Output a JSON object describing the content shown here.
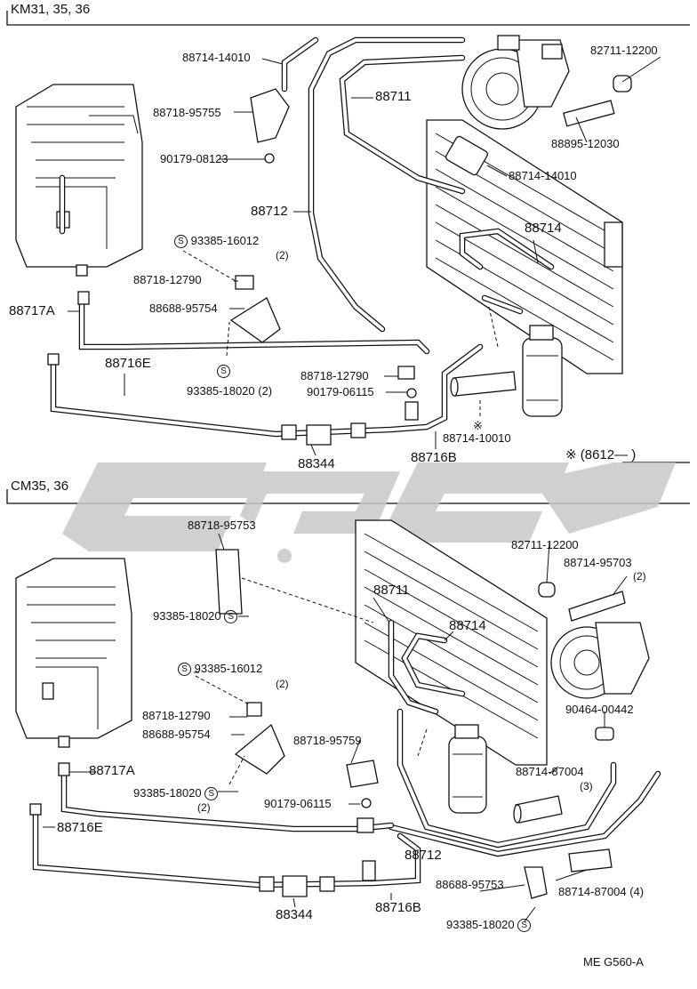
{
  "sections": {
    "top": "KM31, 35, 36",
    "bottom": "CM35, 36",
    "serial_note": "※ (8612—      )"
  },
  "footer_code": "ME G560-A",
  "watermark_color": "#c8c8c8",
  "top_labels": {
    "l88714_14010_a": "88714-14010",
    "l88718_95755": "88718-95755",
    "l90179_08123": "90179-08123",
    "l88711": "88711",
    "l82711_12200": "82711-12200",
    "l88895_12030": "88895-12030",
    "l88714_14010_b": "88714-14010",
    "l88712": "88712",
    "l88714": "88714",
    "l93385_16012": "93385-16012",
    "l93385_16012_qty": "(2)",
    "l88718_12790": "88718-12790",
    "l88717A": "88717A",
    "l88688_95754": "88688-95754",
    "l88716E": "88716E",
    "l93385_18020": "93385-18020 (2)",
    "l88718_12790_b": "88718-12790",
    "l90179_06115": "90179-06115",
    "l88714_10010": "88714-10010",
    "l88714_10010_mark": "※",
    "l88344": "88344",
    "l88716B": "88716B"
  },
  "bottom_labels": {
    "l88718_95753": "88718-95753",
    "l82711_12200": "82711-12200",
    "l88714_95703": "88714-95703",
    "l88714_95703_qty": "(2)",
    "l93385_18020_a": "93385-18020",
    "l88711": "88711",
    "l88714": "88714",
    "l93385_16012": "93385-16012",
    "l93385_16012_qty": "(2)",
    "l88718_12790": "88718-12790",
    "l88688_95754": "88688-95754",
    "l88718_95759": "88718-95759",
    "l90464_00442": "90464-00442",
    "l88717A": "88717A",
    "l93385_18020_b": "93385-18020",
    "l93385_18020_b_qty": "(2)",
    "l88714_87004_a": "88714-87004",
    "l88714_87004_a_qty": "(3)",
    "l90179_06115": "90179-06115",
    "l88716E": "88716E",
    "l88712": "88712",
    "l88688_95753": "88688-95753",
    "l88714_87004_b": "88714-87004 (4)",
    "l88344": "88344",
    "l88716B": "88716B",
    "l93385_18020_c": "93385-18020"
  },
  "s_symbol": "S"
}
